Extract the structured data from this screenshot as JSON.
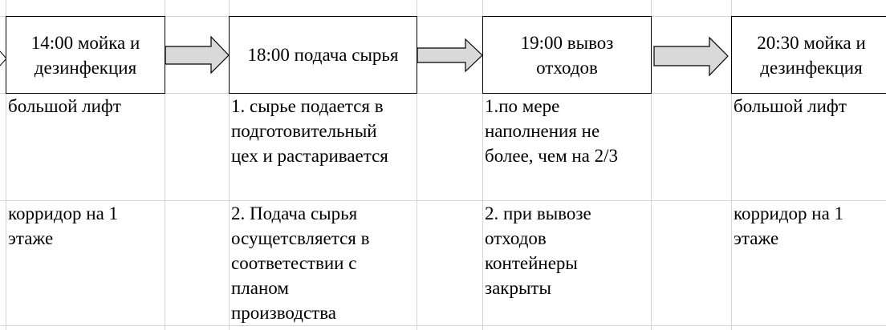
{
  "flow": {
    "steps": [
      {
        "title": "14:00 мойка и\nдезинфекция"
      },
      {
        "title": "18:00 подача сырья"
      },
      {
        "title": "19:00 вывоз\nотходов"
      },
      {
        "title": "20:30 мойка и\nдезинфекция"
      }
    ]
  },
  "rows": {
    "row1": [
      "большой лифт",
      "1. сырье подается в\nподготовительный\nцех и растаривается",
      "1.по мере\nнаполнения не\nболее, чем на 2/3",
      "большой лифт"
    ],
    "row2": [
      "корридор на 1\nэтаже",
      "2. Подача сырья\nосущетсвляется в\nсоответествии с\nпланом\nпроизводства",
      "2. при вывозе\nотходов\nконтейнеры\nзакрыты",
      "корридор на 1\nэтаже"
    ]
  },
  "colors": {
    "gridline": "#d4d4d4",
    "arrow_fill": "#d9d9d9",
    "border": "#000000"
  }
}
